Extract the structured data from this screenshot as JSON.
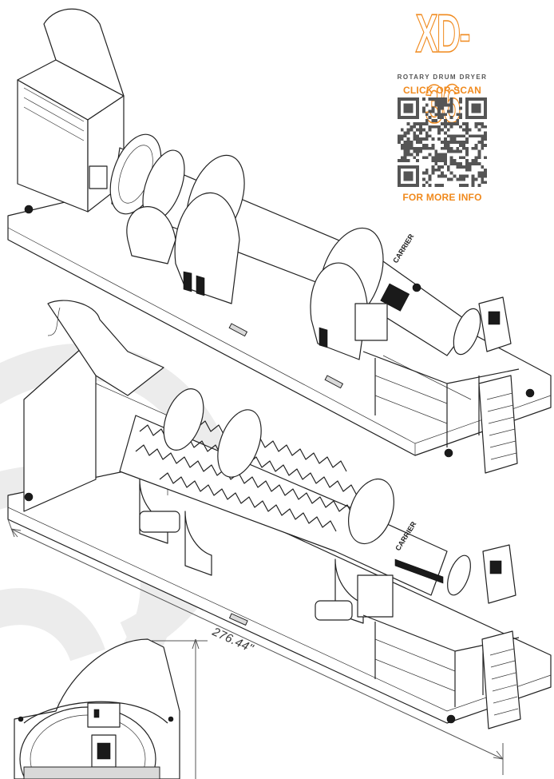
{
  "logo": {
    "model": "XD-36",
    "tagline": "ROTARY DRUM DRYER",
    "cta_top": "CLICK OR SCAN",
    "cta_bottom": "FOR MORE INFO"
  },
  "drum_label_1": "CARRIER",
  "drum_label_2": "CARRIER",
  "dimension": {
    "length": "276.44\""
  },
  "colors": {
    "accent": "#f08a1e",
    "line": "#222222",
    "background": "#ffffff"
  }
}
